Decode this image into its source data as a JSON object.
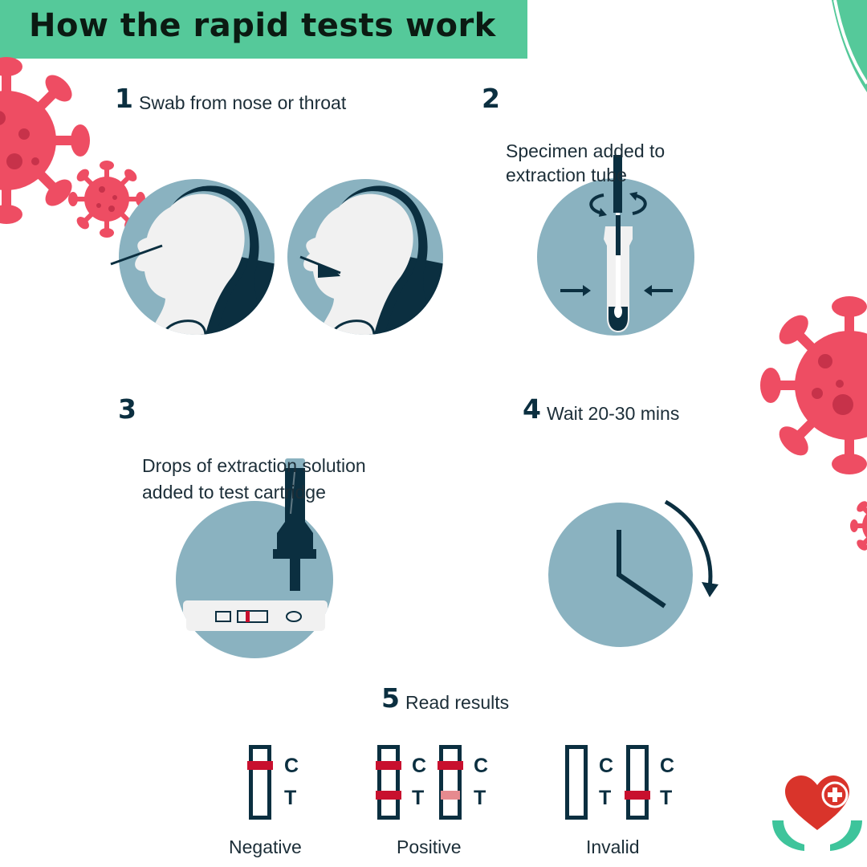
{
  "title": "How the rapid tests work",
  "steps": [
    {
      "number": "1",
      "text": "Swab from nose or throat"
    },
    {
      "number": "2",
      "text": "Specimen added to\nextraction tube"
    },
    {
      "number": "3",
      "text": "Drops of extraction solution\nadded to test cartridge"
    },
    {
      "number": "4",
      "text": "Wait 20-30 mins"
    },
    {
      "number": "5",
      "text": "Read results"
    }
  ],
  "results": {
    "control_letter": "C",
    "test_letter": "T",
    "outcomes": [
      "Negative",
      "Positive",
      "Invalid"
    ]
  },
  "colors": {
    "title_bar": "#55c99a",
    "circle": "#8ab2c0",
    "navy": "#0b2f40",
    "result_line": "#c8102e",
    "virus": "#ee4d63",
    "logo_heart": "#d9342b",
    "logo_hands": "#3ec49b"
  },
  "icons": [
    "virus-icon",
    "health-care-logo-icon",
    "clock-icon",
    "rotation-arrow-icon"
  ]
}
